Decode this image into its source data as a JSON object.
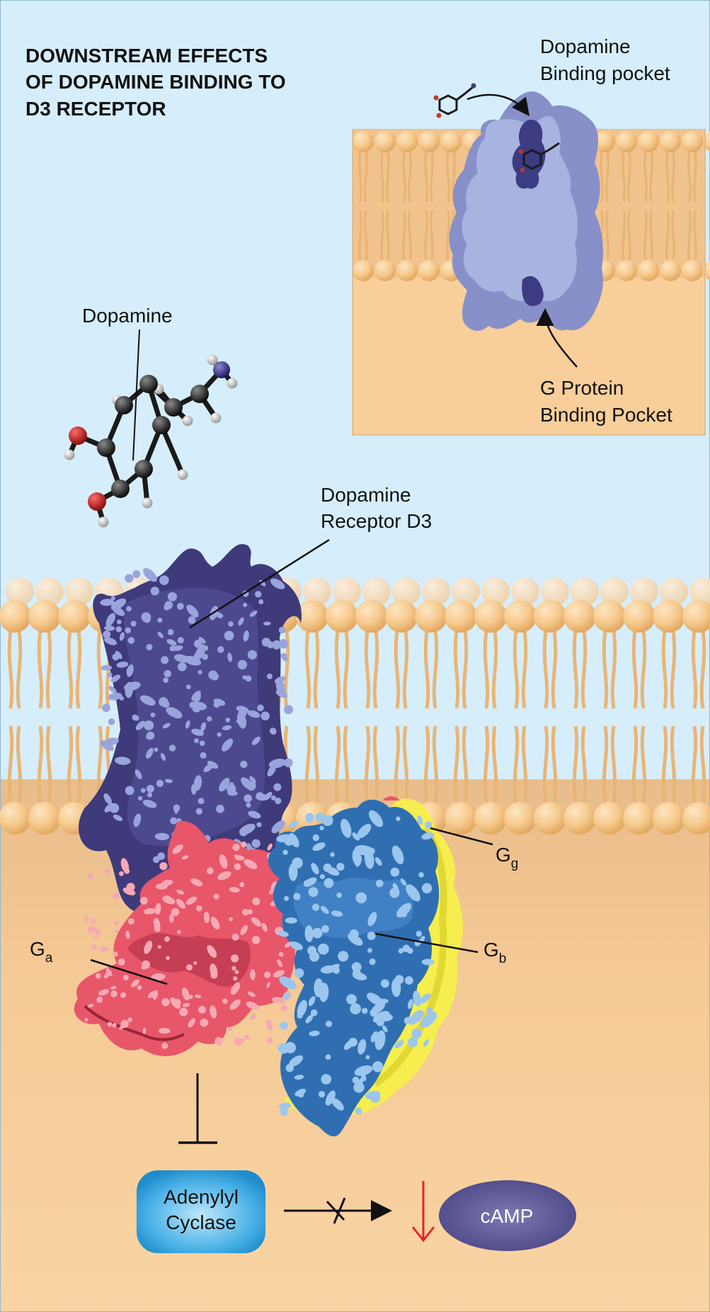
{
  "title": {
    "line1": "DOWNSTREAM EFFECTS",
    "line2": "OF DOPAMINE BINDING TO",
    "line3": "D3 RECEPTOR"
  },
  "inset": {
    "binding_pocket_line1": "Dopamine",
    "binding_pocket_line2": "Binding pocket",
    "g_protein_line1": "G Protein",
    "g_protein_line2": "Binding Pocket"
  },
  "labels": {
    "dopamine": "Dopamine",
    "receptor_line1": "Dopamine",
    "receptor_line2": "Receptor D3",
    "g_gamma_main": "G",
    "g_gamma_sub": "g",
    "g_beta_main": "G",
    "g_beta_sub": "b",
    "g_alpha_main": "G",
    "g_alpha_sub": "a",
    "adenylyl_line1": "Adenylyl",
    "adenylyl_line2": "Cyclase",
    "camp": "cAMP"
  },
  "colors": {
    "sky": "#d6eefb",
    "cytoplasm": "#f8cf9a",
    "lipid_head": "#f6c98c",
    "receptor": "#3f3a7a",
    "inset_receptor": "#a9b3df",
    "g_alpha": "#e8566a",
    "g_beta": "#2f6fb1",
    "g_gamma": "#f5ee4e",
    "adenylyl": "#38a6e0",
    "camp": "#5f5a96",
    "down_arrow": "#e0262a"
  }
}
